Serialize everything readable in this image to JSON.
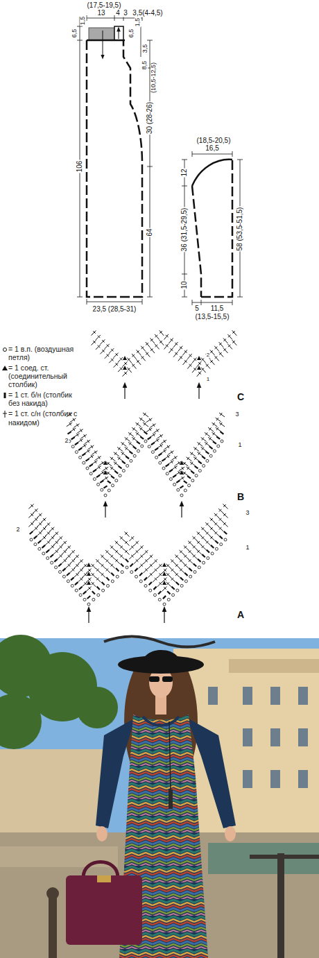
{
  "diagram": {
    "labels": [
      "(17,5-19,5)",
      "13",
      "4",
      "3",
      "3,5(4-4,5)",
      "6,5",
      "1,5",
      "6,5",
      "1,5",
      "3,5",
      "8,5",
      "(10,5-12,5)",
      "106",
      "30 (28-26)",
      "64",
      "23,5 (28,5-31)",
      "(18,5-20,5)",
      "16,5",
      "12",
      "36 (31,5-29,5)",
      "10",
      "58 (53,5-51,5)",
      "5",
      "11,5",
      "(13,5-15,5)",
      "2",
      "1",
      "C",
      "3",
      "2",
      "1",
      "B",
      "3",
      "2",
      "1",
      "A"
    ],
    "legend": [
      {
        "text": "= 1 в.п. (воздушная петля)"
      },
      {
        "text": "= 1 соед. ст. (соединительный столбик)"
      },
      {
        "text": "= 1 ст. б/н (столбик без накида)"
      },
      {
        "text": "= 1 ст. с/н (столбик с накидом)"
      }
    ]
  }
}
